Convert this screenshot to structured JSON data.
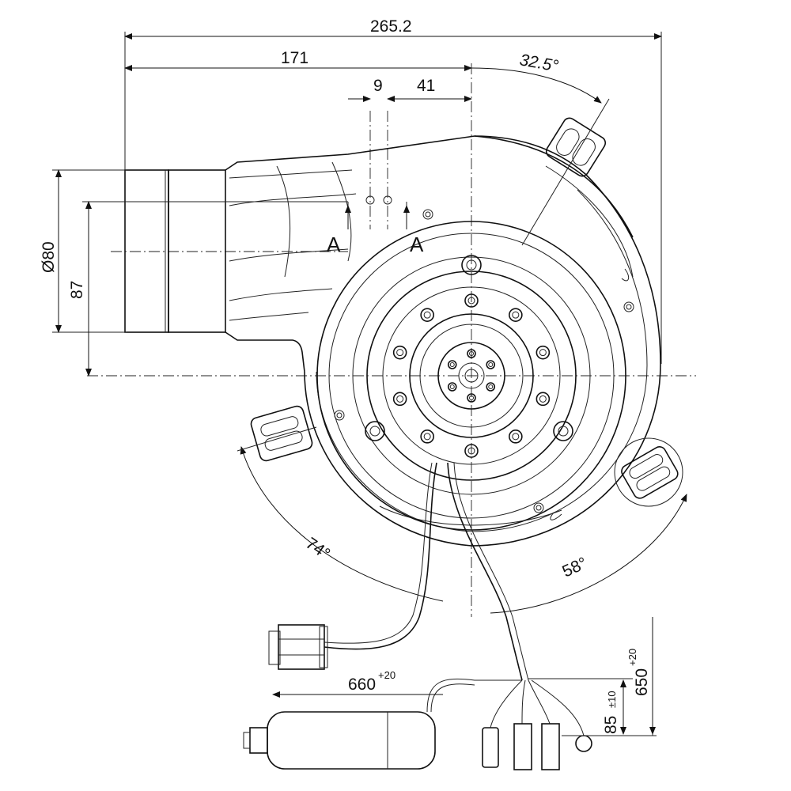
{
  "dimensions": {
    "overall_width": "265.2",
    "inlet_offset": "171",
    "hole_spacing": "9",
    "hole_offset": "41",
    "mount_angle_top": "32.5°",
    "inlet_diameter": "Ø80",
    "outlet_height": "87",
    "mount_angle_left": "74°",
    "mount_angle_right": "58°",
    "cable_length_connector": "660",
    "cable_length_connector_tol": "+20",
    "cable_length_leads": "650",
    "cable_length_leads_tol": "+20",
    "strip_length": "85",
    "strip_length_tol": "±10"
  },
  "section_marks": {
    "left": "A",
    "right": "A"
  }
}
